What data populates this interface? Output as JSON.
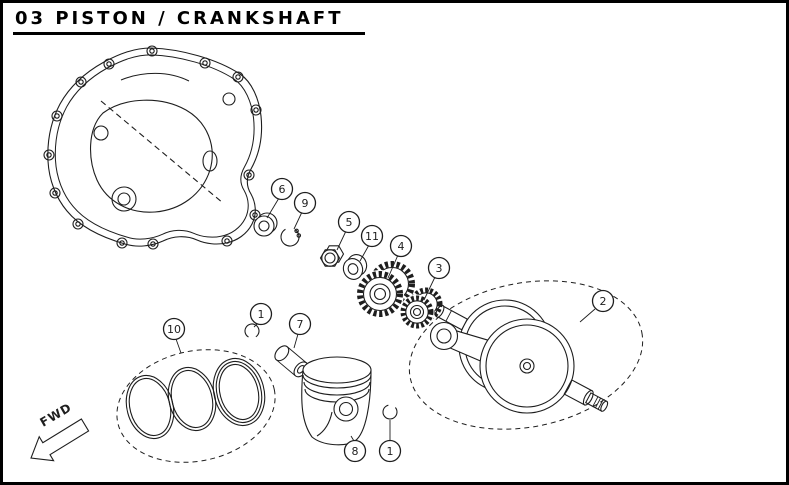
{
  "page": {
    "title": "03 PISTON / CRANKSHAFT",
    "background": "#ffffff",
    "ink_color": "#1e1e1e"
  },
  "fwd": {
    "label": "FWD"
  },
  "callouts": {
    "c1a": "1",
    "c1b": "1",
    "c2": "2",
    "c3": "3",
    "c4": "4",
    "c5": "5",
    "c6": "6",
    "c7": "7",
    "c8": "8",
    "c9": "9",
    "c10": "10",
    "c11": "11"
  }
}
